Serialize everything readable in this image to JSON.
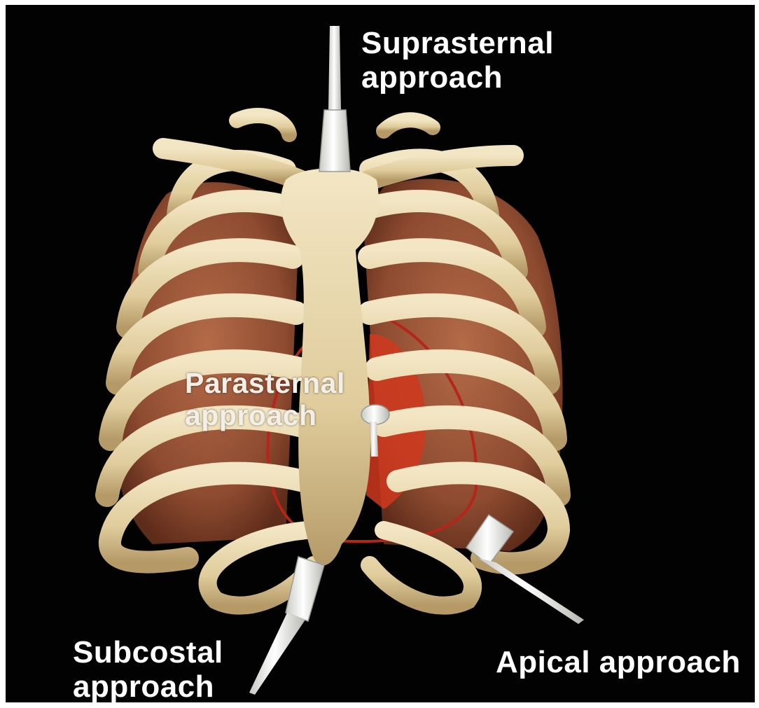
{
  "colors": {
    "background": "#020202",
    "bone": "#e6d5ac",
    "lung": "#9c5a3c",
    "heart_outline": "#b5251a",
    "heart_fill": "#d0381e",
    "probe": "#eeeeea",
    "label_text": "#ffffff"
  },
  "labels": {
    "suprasternal": {
      "line1": "Suprasternal",
      "line2": "approach"
    },
    "parasternal": {
      "line1": "Parasternal",
      "line2": "approach"
    },
    "subcostal": {
      "line1": "Subcostal",
      "line2": "approach"
    },
    "apical": {
      "line1": "Apical approach"
    }
  },
  "icons": {
    "suprasternal_probe": "ultrasound-probe-icon",
    "parasternal_probe": "ultrasound-probe-icon",
    "subcostal_probe": "ultrasound-probe-icon",
    "apical_probe": "ultrasound-probe-icon"
  }
}
